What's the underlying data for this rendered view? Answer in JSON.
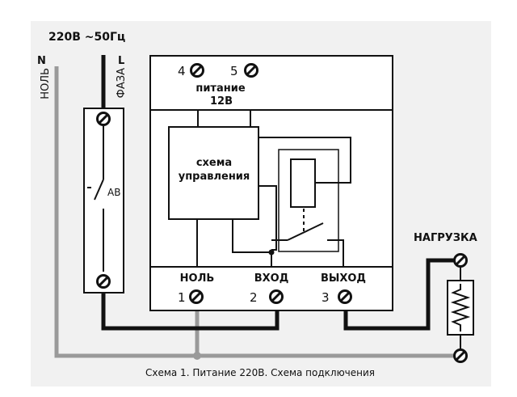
{
  "supply": {
    "voltage": "220В ~50Гц",
    "n": "N",
    "l": "L",
    "neutral": "НОЛЬ",
    "phase": "ФАЗА"
  },
  "breaker": {
    "label": "АВ"
  },
  "power": {
    "t4": "4",
    "t5": "5",
    "line1": "питание",
    "line2": "12В"
  },
  "control": {
    "line1": "схема",
    "line2": "управления"
  },
  "terminals": {
    "neutral": {
      "num": "1",
      "label": "НОЛЬ"
    },
    "input": {
      "num": "2",
      "label": "ВХОД"
    },
    "output": {
      "num": "3",
      "label": "ВЫХОД"
    }
  },
  "load": {
    "label": "НАГРУЗКА"
  },
  "caption": "Схема 1. Питание 220В. Схема подключения",
  "colors": {
    "background": "#f1f1f1",
    "wire_black": "#111111",
    "wire_gray": "#9a9a9a"
  }
}
